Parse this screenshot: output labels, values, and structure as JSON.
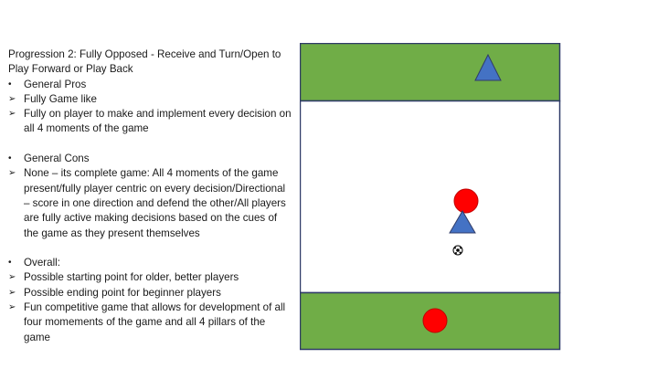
{
  "title": "Progression 2: Fully Opposed - Receive and Turn/Open to Play Forward or Play Back",
  "pros": {
    "heading": "General Pros",
    "items": [
      "Fully Game like",
      "Fully on player to make and implement every decision on all 4 moments of the game"
    ]
  },
  "cons": {
    "heading": "General Cons",
    "items": [
      "None – its complete game: All 4 moments of the game present/fully player centric on every decision/Directional – score in one direction and defend the other/All players are fully active making decisions based on the cues of the game as they present themselves"
    ]
  },
  "overall": {
    "heading": "Overall:",
    "items": [
      "Possible starting point for older, better players",
      "Possible ending point for beginner players",
      "Fun competitive game that allows for development of all four momements of the game and all 4 pillars of the game"
    ]
  },
  "bullet_glyph": "•",
  "arrow_glyph": "➢",
  "colors": {
    "zone_green": "#70ad47",
    "border_navy": "#2f3b68",
    "team_blue": "#4472c4",
    "team_red": "#ff0000"
  },
  "pitch_items": [
    "blue-triangle-top",
    "red-circle-center",
    "blue-triangle-center",
    "ball",
    "red-circle-bottom"
  ]
}
